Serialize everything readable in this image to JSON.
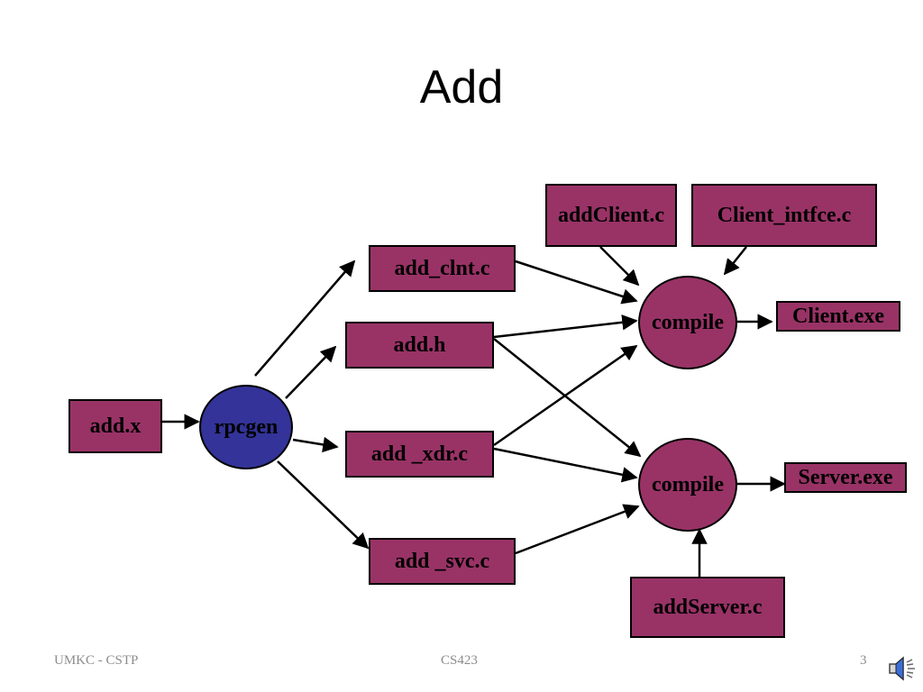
{
  "slide": {
    "title": "Add"
  },
  "diagram": {
    "nodes": {
      "add_x": "add.x",
      "rpcgen": "rpcgen",
      "add_clnt": "add_clnt.c",
      "add_h": "add.h",
      "add_xdr": "add _xdr.c",
      "add_svc": "add _svc.c",
      "addClient": "addClient.c",
      "client_intfce": "Client_intfce.c",
      "compile_client": "compile",
      "client_exe": "Client.exe",
      "compile_server": "compile",
      "server_exe": "Server.exe",
      "addServer": "addServer.c"
    },
    "colors": {
      "box_fill": "#993366",
      "rpcgen_fill": "#333399",
      "outline": "#000000"
    }
  },
  "footer": {
    "left": "UMKC - CSTP",
    "center": "CS423",
    "page_number": "3"
  },
  "icons": {
    "speaker": "speaker-icon"
  }
}
